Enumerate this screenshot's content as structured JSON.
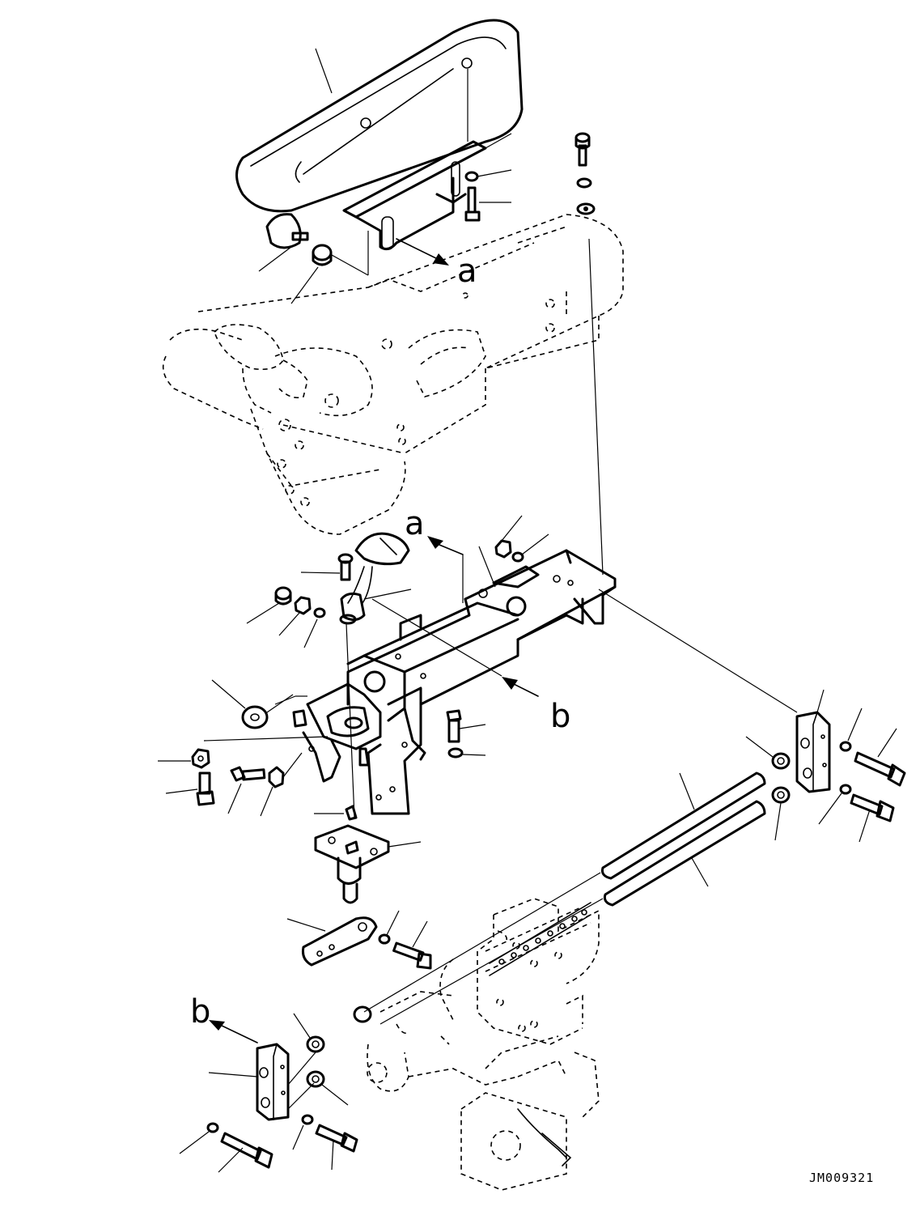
{
  "labels": {
    "a_top": "a",
    "a_mid": "a",
    "b_mid": "b",
    "b_bottom": "b"
  },
  "drawing_code": "JM009321"
}
